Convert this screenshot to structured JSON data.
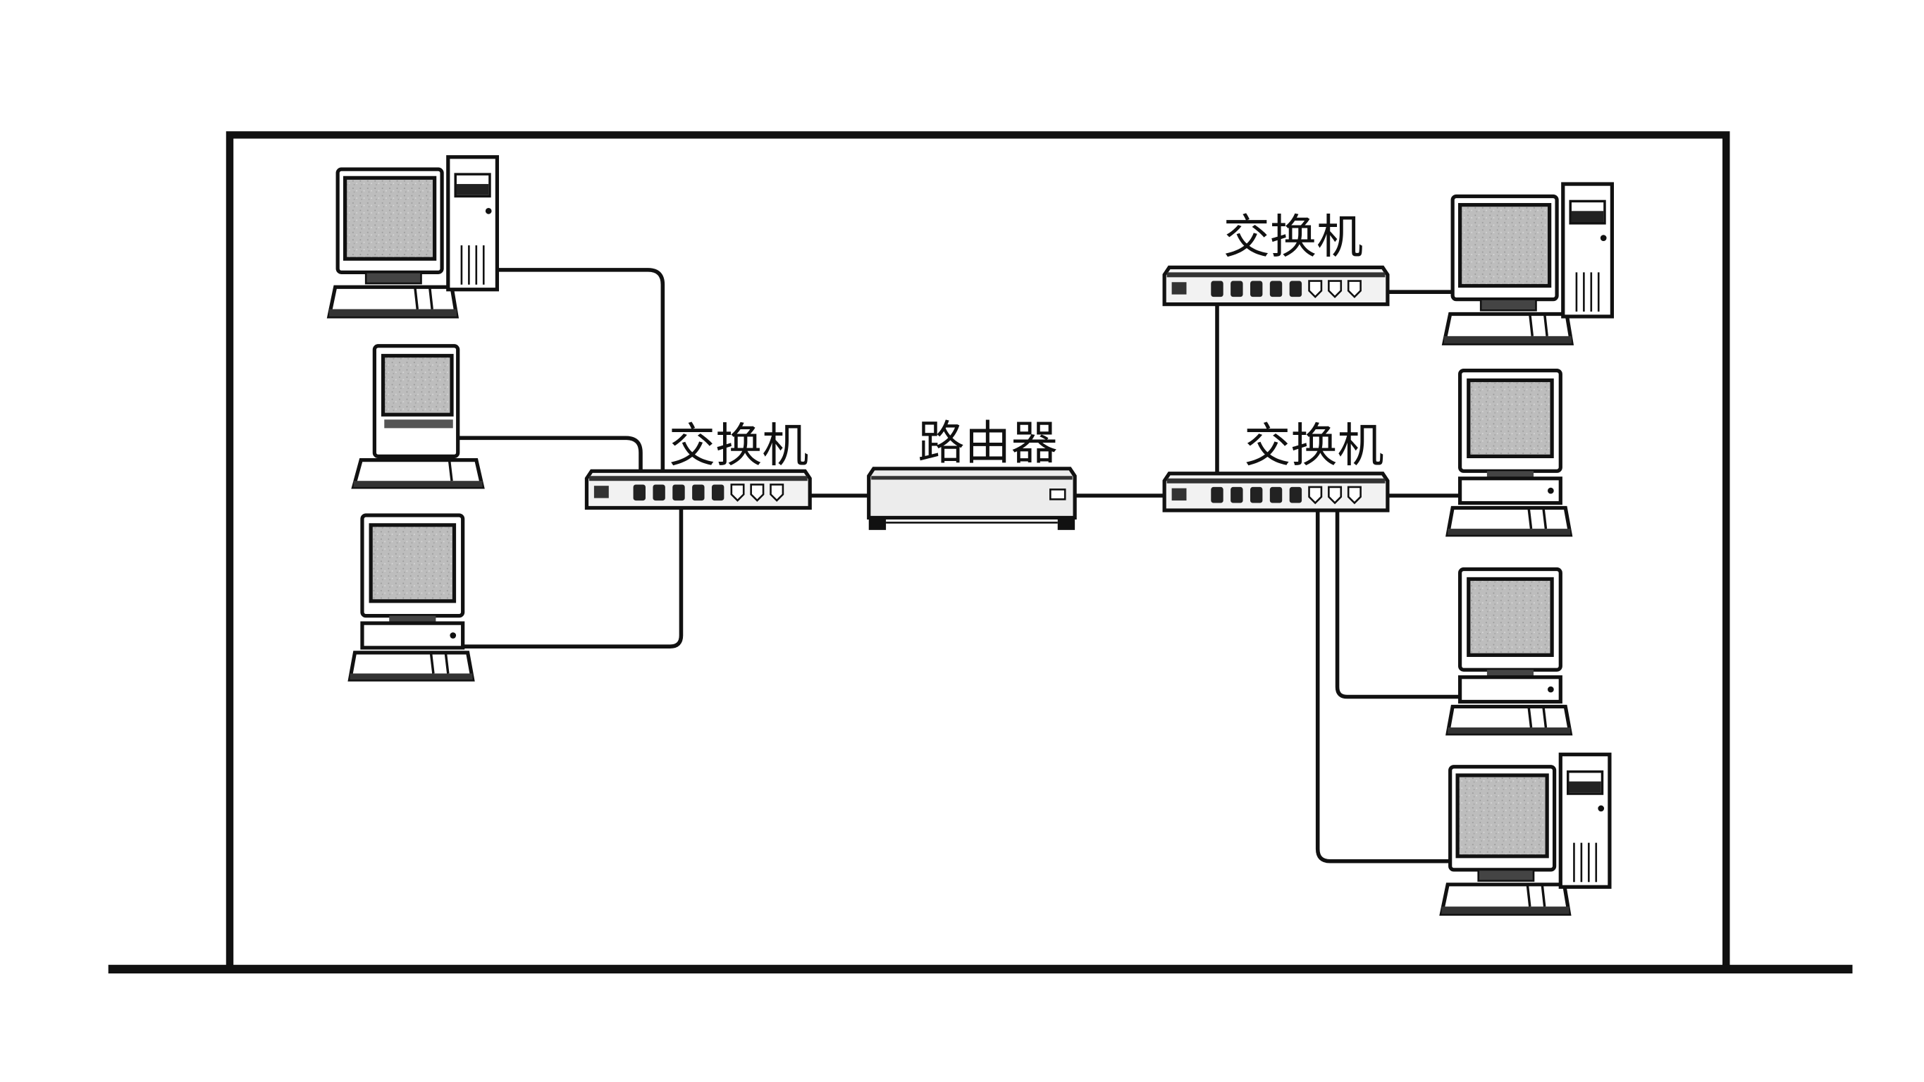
{
  "labels": {
    "left_switch": "交换机",
    "router": "路由器",
    "right_switch_top": "交换机",
    "right_switch_bottom": "交换机"
  },
  "colors": {
    "line": "#111111",
    "screen": "#b8b8b8",
    "device_body": "#f2f2f2",
    "background": "#ffffff"
  }
}
